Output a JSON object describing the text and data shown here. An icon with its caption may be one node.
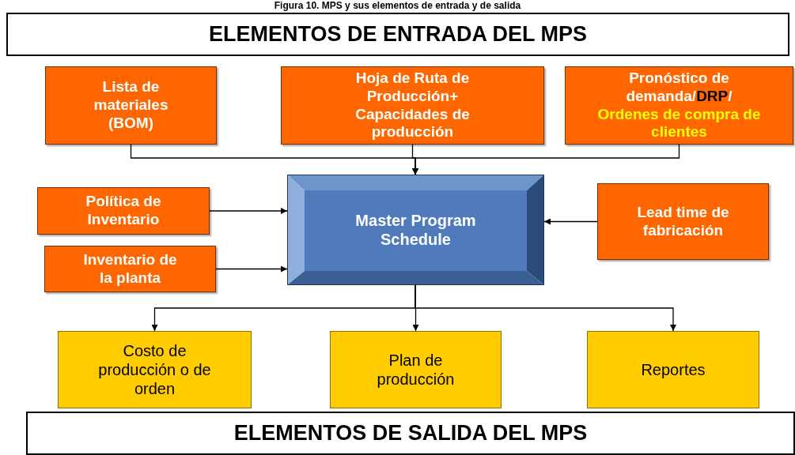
{
  "diagram": {
    "title": "Figura 10. MPS y sus elementos de entrada y de salida",
    "nodes": [
      {
        "text": [
          "ELEMENTOS DE ENTRADA DEL MPS"
        ]
      },
      {
        "text": [
          "Lista de materiales (BOM)"
        ]
      },
      {
        "text": [
          "Hoja de Ruta de Producción+ Capacidades de producción"
        ]
      },
      {
        "text": [
          "Pronóstico de demanda/**DRP**/",
          "Ordenes de compra de clientes"
        ]
      },
      {
        "text": [
          "Política de Inventario"
        ]
      },
      {
        "text": [
          "Master Program Schedule"
        ]
      },
      {
        "text": [
          "Lead time de fabricación"
        ]
      },
      {
        "text": [
          "Inventario de la planta"
        ]
      },
      {
        "text": [
          "Costo de producción o de orden"
        ]
      },
      {
        "text": [
          "Plan de producción"
        ]
      },
      {
        "text": [
          "Reportes"
        ]
      },
      {
        "text": [
          "ELEMENTOS DE SALIDA DEL MPS"
        ]
      }
    ],
    "edges": [
      {
        "from": 1,
        "to": 5,
        "arrow": "to"
      },
      {
        "from": 2,
        "to": 5,
        "arrow": "to"
      },
      {
        "from": 3,
        "to": 5,
        "arrow": "to"
      },
      {
        "from": 4,
        "to": 5,
        "arrow": "to"
      },
      {
        "from": 7,
        "to": 5,
        "arrow": "to"
      },
      {
        "from": 6,
        "to": 5,
        "arrow": "to"
      },
      {
        "from": 5,
        "to": 8,
        "arrow": "to"
      },
      {
        "from": 5,
        "to": 9,
        "arrow": "to"
      },
      {
        "from": 5,
        "to": 10,
        "arrow": "to"
      }
    ]
  }
}
